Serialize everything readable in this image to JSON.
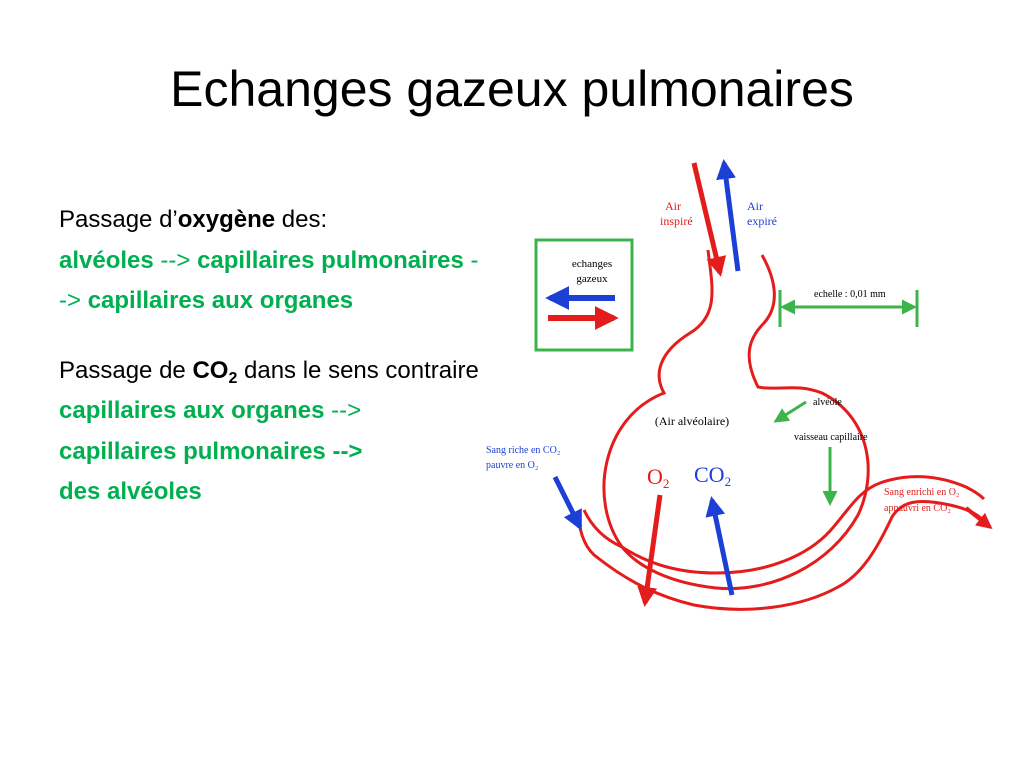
{
  "slide": {
    "title": "Echanges gazeux pulmonaires"
  },
  "text": {
    "p1_prefix": "Passage d’",
    "p1_bold": "oxygène",
    "p1_suffix": " des:",
    "p1_seg1": "alvéoles",
    "p1_arrow1": " --> ",
    "p1_seg2": "capillaires pulmonaires",
    "p1_arrow2": " --> ",
    "p1_seg3": "capillaires aux organes",
    "p2_prefix": "Passage de ",
    "p2_co2": "CO",
    "p2_sub": "2",
    "p2_suffix": " dans le sens contraire",
    "p2_seg1": "capillaires aux organes",
    "p2_arrow1": " -->",
    "p2_seg2": "capillaires pulmonaires -->",
    "p2_seg3": "des alvéoles"
  },
  "diagram": {
    "legend_line1": "echanges",
    "legend_line2": "gazeux",
    "air_inspire_1": "Air",
    "air_inspire_2": "inspiré",
    "air_expire_1": "Air",
    "air_expire_2": "expiré",
    "scale": "echelle : 0,01 mm",
    "alveole": "alvéole",
    "air_alveolaire": "(Air alvéolaire)",
    "vaisseau": "vaisseau capillaire",
    "sang_riche_1": "Sang riche en CO₂",
    "sang_riche_2": "pauvre en O₂",
    "sang_enrichi_1": "Sang enrichi en O₂",
    "sang_enrichi_2": "appauvri en CO₂",
    "o2": "O",
    "o2_sub": "2",
    "co2": "CO",
    "co2_sub": "2",
    "colors": {
      "red": "#e41c1c",
      "blue": "#1c3fd6",
      "green": "#3cb44b",
      "text_green": "#00b050"
    }
  }
}
